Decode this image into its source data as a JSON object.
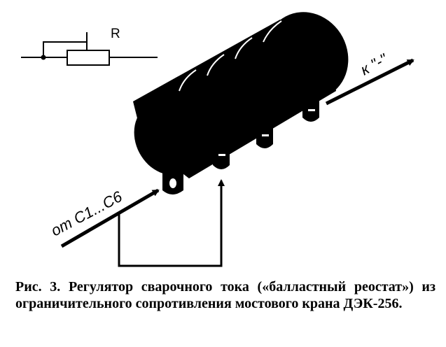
{
  "schematic": {
    "label": "R"
  },
  "labels": {
    "from": "от С1...С6",
    "to": "к \"-\""
  },
  "caption": {
    "text": "Рис. 3. Регулятор сварочного тока («балластный реостат») из ограничительного сопротивления мостового крана ДЭК-256."
  },
  "colors": {
    "ink": "#000000",
    "paper": "#ffffff"
  }
}
